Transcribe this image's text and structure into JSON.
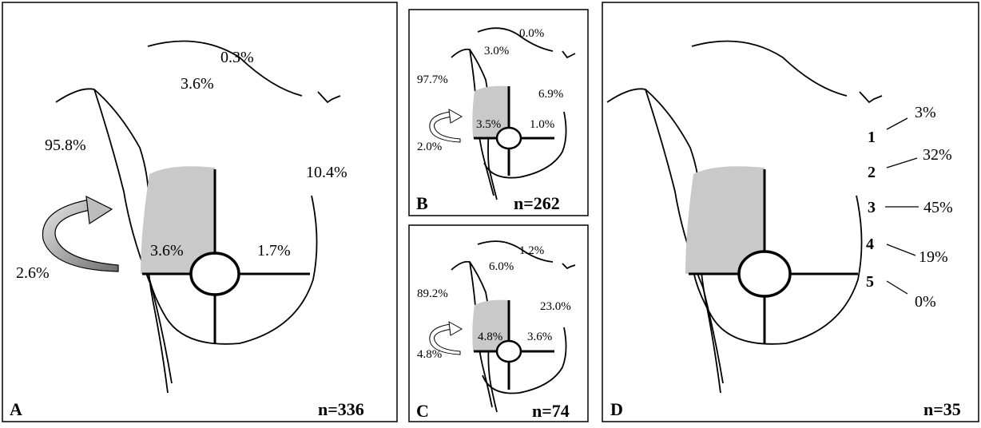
{
  "panels": {
    "A": {
      "letter": "A",
      "n": "n=336",
      "values": {
        "sup_outer": "0.3%",
        "sup_inner": "3.6%",
        "axilla": "95.8%",
        "lateral": "10.4%",
        "rotation": "2.6%",
        "upper_outer_quadrant": "3.6%",
        "upper_inner_quadrant": "1.7%"
      }
    },
    "B": {
      "letter": "B",
      "n": "n=262",
      "values": {
        "sup_outer": "0.0%",
        "sup_inner": "3.0%",
        "axilla": "97.7%",
        "lateral": "6.9%",
        "rotation": "2.0%",
        "upper_outer_quadrant": "3.5%",
        "upper_inner_quadrant": "1.0%"
      }
    },
    "C": {
      "letter": "C",
      "n": "n=74",
      "values": {
        "sup_outer": "1.2%",
        "sup_inner": "6.0%",
        "axilla": "89.2%",
        "lateral": "23.0%",
        "rotation": "4.8%",
        "upper_outer_quadrant": "4.8%",
        "upper_inner_quadrant": "3.6%"
      }
    },
    "D": {
      "letter": "D",
      "n": "n=35",
      "levels": [
        {
          "number": "1",
          "percent": "3%"
        },
        {
          "number": "2",
          "percent": "32%"
        },
        {
          "number": "3",
          "percent": "45%"
        },
        {
          "number": "4",
          "percent": "19%"
        },
        {
          "number": "5",
          "percent": "0%"
        }
      ]
    }
  },
  "colors": {
    "shading": "#c9c9c9",
    "arrow_fill": "#9a9a9a"
  }
}
